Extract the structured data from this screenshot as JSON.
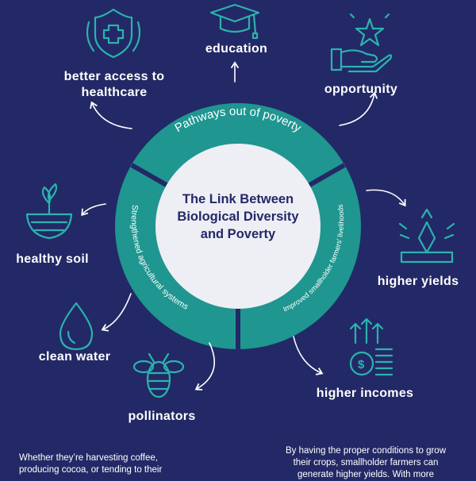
{
  "diagram": {
    "title_lines": [
      "The Link Between",
      "Biological Diversity",
      "and Poverty"
    ],
    "ring_labels": {
      "top": "Pathways out of poverty",
      "left": "Strengthened agricultural systems",
      "right": "Improved smallholder farmers' livelihoods"
    },
    "outcomes": {
      "education": "education",
      "opportunity": "opportunity",
      "healthcare_line1": "better access to",
      "healthcare_line2": "healthcare",
      "higher_yields": "higher yields",
      "higher_incomes": "higher incomes",
      "healthy_soil": "healthy soil",
      "clean_water": "clean water",
      "pollinators": "pollinators"
    },
    "icons": {
      "healthcare": "shield-cross-icon",
      "education": "graduation-cap-icon",
      "opportunity": "hand-star-icon",
      "yields": "carrot-sprout-icon",
      "incomes": "coins-arrows-icon",
      "soil": "plant-bowl-icon",
      "water": "water-drop-icon",
      "pollinators": "bee-icon"
    },
    "colors": {
      "background": "#232966",
      "ring": "#1f9690",
      "icon": "#2bb3ad",
      "center": "#eeeef5"
    }
  },
  "paragraphs": {
    "left_line1": "Whether they’re harvesting coffee,",
    "left_line2": "producing cocoa, or tending to their",
    "right_line1": "By having the proper conditions to grow",
    "right_line2": "their crops, smallholder farmers can",
    "right_line3": "generate higher yields. With more"
  }
}
